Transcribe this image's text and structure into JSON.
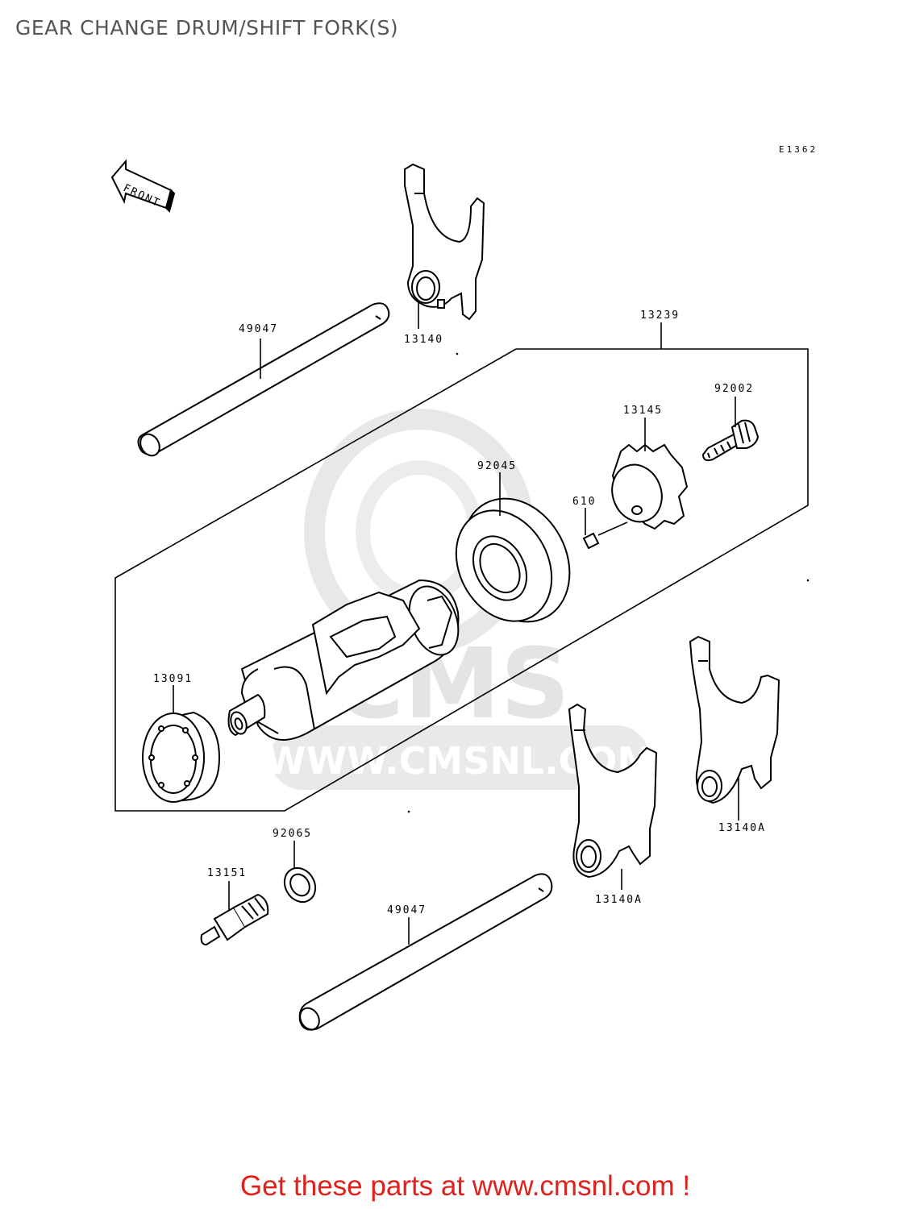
{
  "title": "GEAR CHANGE DRUM/SHIFT FORK(S)",
  "diagram_ref": "E1362",
  "front_label": "FRONT",
  "watermark": {
    "brand": "CMS",
    "url": "WWW.CMSNL.COM"
  },
  "parts": {
    "shaft_upper": "49047",
    "fork_upper": "13140",
    "drum_assy": "13239",
    "screw": "92002",
    "plate": "13145",
    "bearing_upper": "92045",
    "pin": "610",
    "bearing_lower": "13091",
    "fork_right": "13140A",
    "fork_middle": "13140A",
    "washer": "92065",
    "switch": "13151",
    "shaft_lower": "49047"
  },
  "promo": "Get these parts at www.cmsnl.com !",
  "colors": {
    "line": "#000000",
    "title": "#555555",
    "watermark": "#e6e6e6",
    "promo": "#e0201a"
  }
}
